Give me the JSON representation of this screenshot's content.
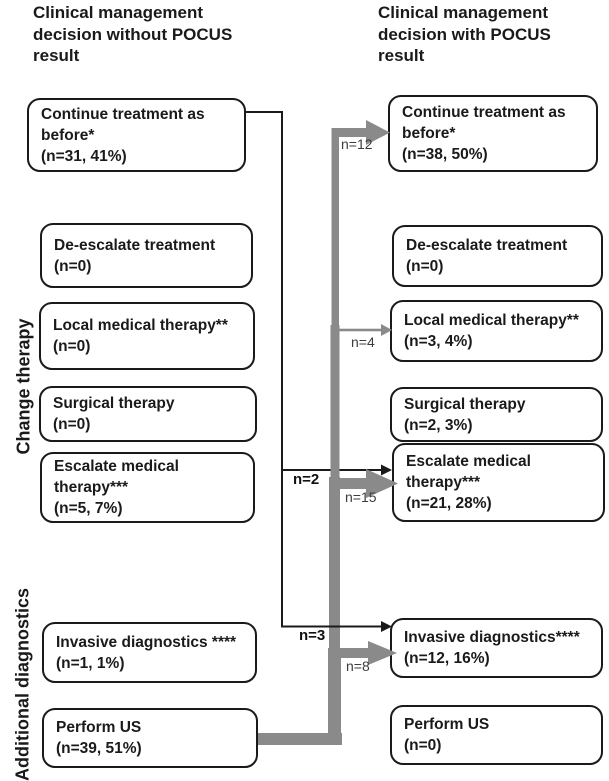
{
  "headers": {
    "left": "Clinical management\ndecision without POCUS\nresult",
    "right": "Clinical management\ndecision with POCUS\nresult"
  },
  "side_labels": {
    "change_therapy": "Change therapy",
    "additional_diagnostics": "Additional diagnostics"
  },
  "left_column": {
    "boxes": [
      {
        "text": "Continue treatment as\nbefore*\n(n=31, 41%)"
      },
      {
        "text": "De-escalate treatment\n(n=0)"
      },
      {
        "text": "Local medical therapy**\n(n=0)"
      },
      {
        "text": "Surgical therapy\n(n=0)"
      },
      {
        "text": "Escalate medical\ntherapy***\n(n=5, 7%)"
      },
      {
        "text": "Invasive diagnostics ****\n(n=1, 1%)"
      },
      {
        "text": "Perform US\n(n=39, 51%)"
      }
    ]
  },
  "right_column": {
    "boxes": [
      {
        "text": "Continue treatment as\nbefore*\n(n=38, 50%)"
      },
      {
        "text": "De-escalate treatment\n(n=0)"
      },
      {
        "text": "Local medical therapy**\n(n=3, 4%)"
      },
      {
        "text": "Surgical therapy\n(n=2, 3%)"
      },
      {
        "text": "Escalate medical\ntherapy***\n(n=21, 28%)"
      },
      {
        "text": "Invasive diagnostics****\n(n=12, 16%)"
      },
      {
        "text": "Perform US\n(n=0)"
      }
    ]
  },
  "flow_labels": {
    "n12": "n=12",
    "n4": "n=4",
    "n15": "n=15",
    "n8": "n=8",
    "n2": "n=2",
    "n3": "n=3"
  },
  "colors": {
    "box_border": "#1a1a1a",
    "connector_black": "#1a1a1a",
    "connector_gray": "#8a8a8a",
    "gray_label_text": "#3d3d3d",
    "background": "#ffffff"
  },
  "diagram_data": {
    "type": "flow-diagram",
    "flows": [
      {
        "from": "Continue treatment as before (without POCUS)",
        "to": "Escalate medical therapy (with POCUS)",
        "n": 2,
        "style": "thin-black"
      },
      {
        "from": "Continue treatment as before (without POCUS)",
        "to": "Invasive diagnostics (with POCUS)",
        "n": 3,
        "style": "thin-black"
      },
      {
        "from": "Perform US (without POCUS)",
        "to": "Continue treatment as before (with POCUS)",
        "n": 12,
        "style": "thick-gray"
      },
      {
        "from": "Perform US (without POCUS)",
        "to": "Local medical therapy (with POCUS)",
        "n": 4,
        "style": "thin-gray"
      },
      {
        "from": "Perform US (without POCUS)",
        "to": "Escalate medical therapy (with POCUS)",
        "n": 15,
        "style": "thick-gray"
      },
      {
        "from": "Perform US (without POCUS)",
        "to": "Invasive diagnostics (with POCUS)",
        "n": 8,
        "style": "thick-gray"
      }
    ]
  }
}
